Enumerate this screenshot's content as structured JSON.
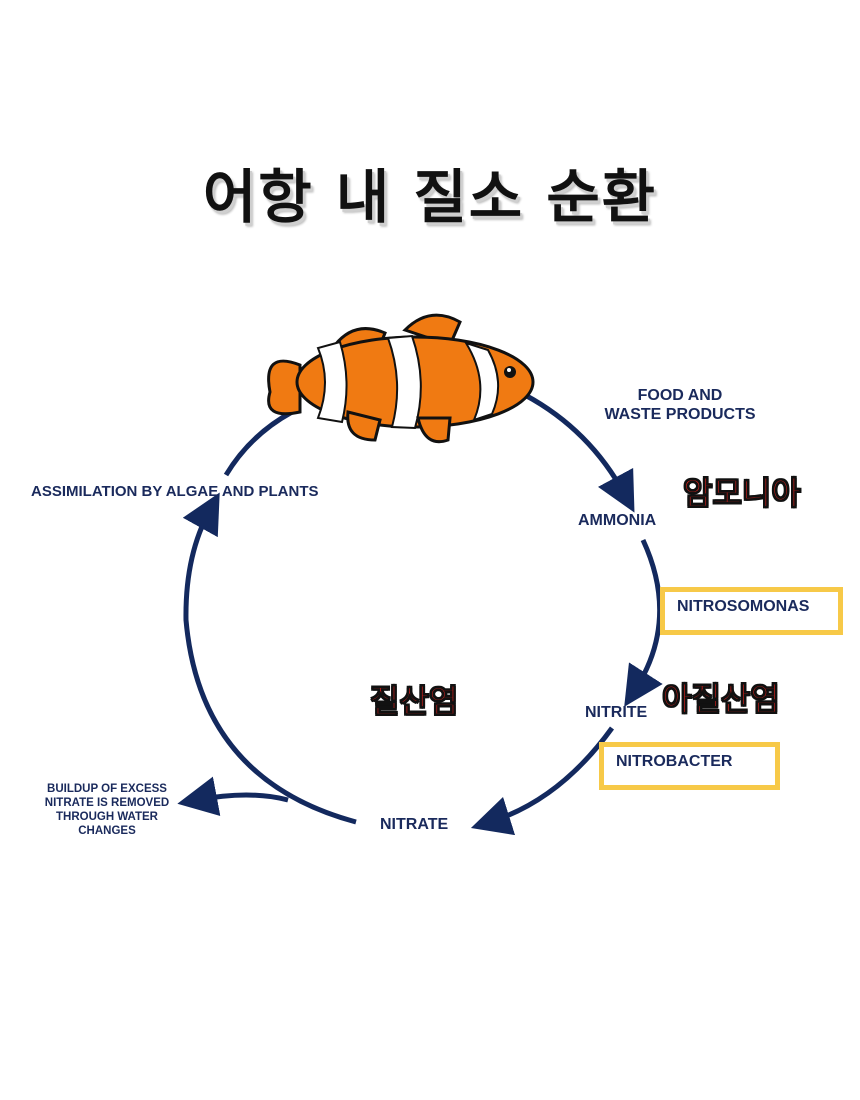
{
  "title": "어항 내 질소 순환",
  "labels": {
    "food": "FOOD AND\nWASTE PRODUCTS",
    "ammonia": "AMMONIA",
    "nitrite": "NITRITE",
    "nitrate": "NITRATE",
    "assimilation": "ASSIMILATION BY ALGAE AND PLANTS",
    "buildup": "BUILDUP OF EXCESS\nNITRATE IS REMOVED\nTHROUGH WATER\nCHANGES"
  },
  "bacteria": {
    "nitrosomonas": "NITROSOMONAS",
    "nitrobacter": "NITROBACTER"
  },
  "korean": {
    "ammonia": "암모니아",
    "nitrite": "아질산염",
    "nitrate": "질산염"
  },
  "colors": {
    "arrow": "#13295e",
    "label": "#1a2a5c",
    "korean_label": "#e8231e",
    "box_border": "#f7c948",
    "fish_orange": "#f07a12"
  },
  "icons": {
    "fish": "clownfish-icon"
  }
}
